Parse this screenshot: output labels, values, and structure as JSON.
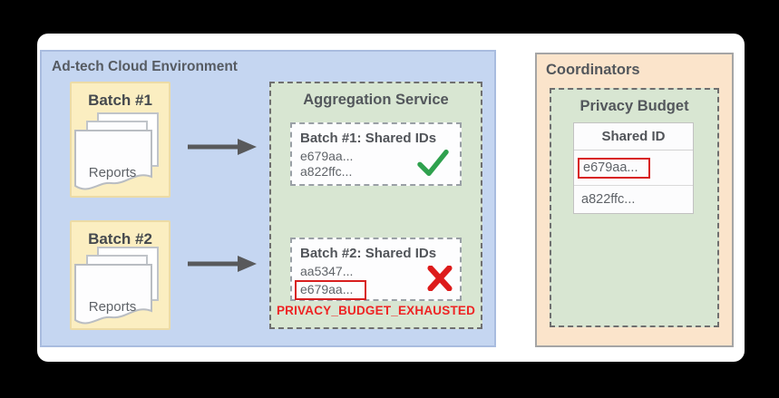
{
  "adtech": {
    "title": "Ad-tech Cloud Environment",
    "batches": [
      {
        "label": "Batch #1",
        "doc_label": "Reports"
      },
      {
        "label": "Batch #2",
        "doc_label": "Reports"
      }
    ],
    "aggregation": {
      "title": "Aggregation Service",
      "results": [
        {
          "title": "Batch #1: Shared IDs",
          "ids": [
            "e679aa...",
            "a822ffc..."
          ],
          "status": "success"
        },
        {
          "title": "Batch #2: Shared IDs",
          "ids": [
            "aa5347...",
            "e679aa..."
          ],
          "status": "failure",
          "flagged_id": "e679aa..."
        }
      ],
      "error_label": "PRIVACY_BUDGET_EXHAUSTED"
    }
  },
  "coordinators": {
    "title": "Coordinators",
    "privacy_budget": {
      "title": "Privacy Budget",
      "table": {
        "header": "Shared ID",
        "rows": [
          "e679aa...",
          "a822ffc..."
        ],
        "flagged_row": "e679aa..."
      }
    }
  },
  "icons": {
    "arrow": "arrow-right",
    "success": "check",
    "failure": "x-cross",
    "reports": "document-stack"
  },
  "colors": {
    "canvas": "#000000",
    "sheet": "#ffffff",
    "adtech_fill": "#c5d6f1",
    "adtech_border": "#a9bcdf",
    "batch_fill": "#fbeec1",
    "batch_border": "#ecdba6",
    "green_fill": "#d8e6d2",
    "dashed_border": "#6f6f6f",
    "inner_box_fill": "#fdfdfe",
    "inner_box_border": "#9aa0a6",
    "coordinators_fill": "#fbe4cb",
    "coordinators_border": "#a5a5a5",
    "heading_text": "#53575c",
    "body_text": "#5f6368",
    "arrow": "#58595b",
    "check_green": "#2fa14e",
    "error_red": "#ee2424",
    "flag_red": "#d81f1f"
  }
}
